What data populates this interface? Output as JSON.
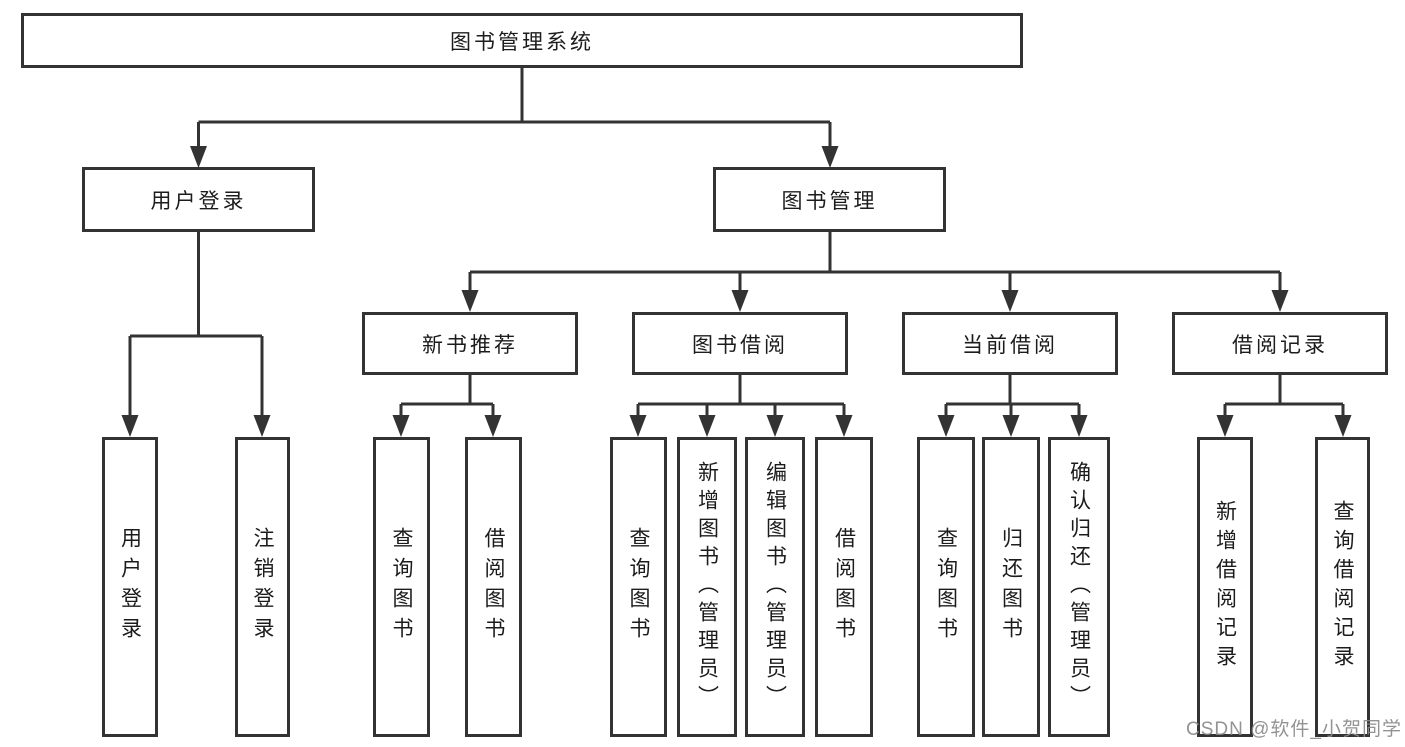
{
  "colors": {
    "line": "#333333",
    "box_border": "#333333",
    "text": "#1c1c1c",
    "watermark": "#8a8a8a",
    "background": "#ffffff"
  },
  "diagram": {
    "root": {
      "label": "图书管理系统"
    },
    "level2": [
      {
        "label": "用户登录"
      },
      {
        "label": "图书管理"
      }
    ],
    "level3": [
      {
        "label": "新书推荐"
      },
      {
        "label": "图书借阅"
      },
      {
        "label": "当前借阅"
      },
      {
        "label": "借阅记录"
      }
    ],
    "leaves": {
      "user_login": [
        "用户登录",
        "注销登录"
      ],
      "new_book": [
        "查询图书",
        "借阅图书"
      ],
      "book_borrow": [
        "查询图书",
        "新增图书（管理员）",
        "编辑图书（管理员）",
        "借阅图书"
      ],
      "current_borrow": [
        "查询图书",
        "归还图书",
        "确认归还（管理员）"
      ],
      "borrow_record": [
        "新增借阅记录",
        "查询借阅记录"
      ]
    }
  },
  "watermark": {
    "text": "CSDN @软件_小贺同学"
  }
}
